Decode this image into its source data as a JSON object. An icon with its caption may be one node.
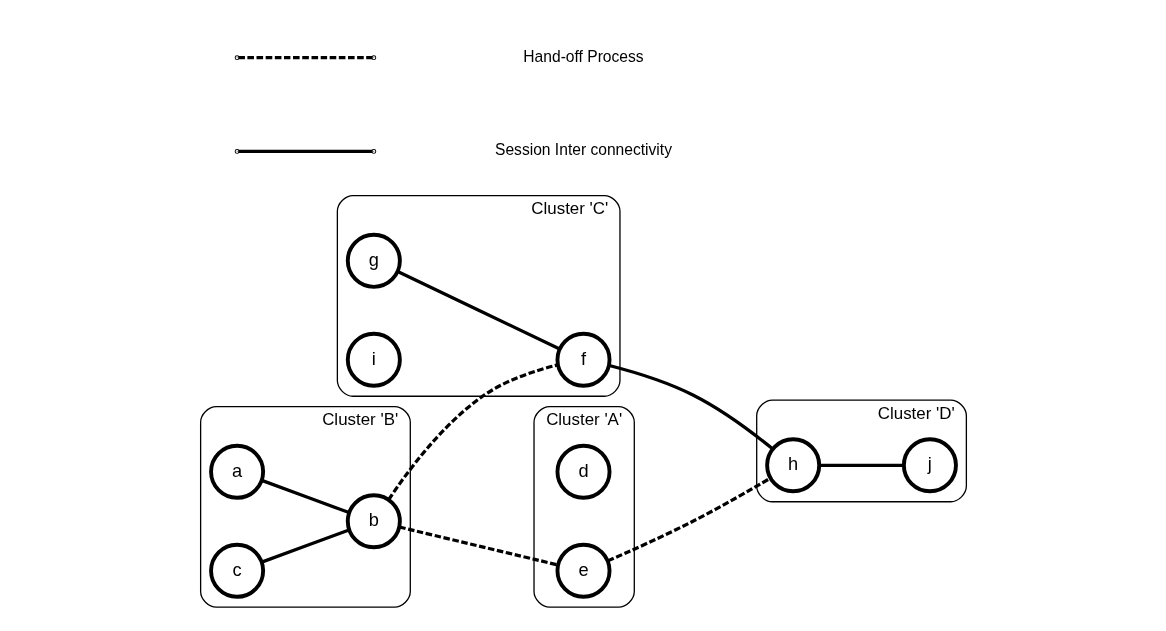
{
  "diagram": {
    "nodes": [
      {
        "text": [
          "Cluster 'B'"
        ]
      },
      {
        "text": [
          "a"
        ],
        "in": 0
      },
      {
        "text": [
          "c"
        ],
        "in": 0
      },
      {
        "text": [
          "b"
        ],
        "in": 0
      },
      {
        "text": [
          "Cluster 'C'"
        ]
      },
      {
        "text": [
          "g"
        ],
        "in": 4
      },
      {
        "text": [
          "f"
        ],
        "in": 4
      },
      {
        "text": [
          "i"
        ],
        "in": 4
      },
      {
        "text": [
          "Cluster 'A'"
        ]
      },
      {
        "text": [
          "d"
        ],
        "in": 8
      },
      {
        "text": [
          "e"
        ],
        "in": 8
      },
      {
        "text": [
          "Cluster 'D'"
        ]
      },
      {
        "text": [
          "h"
        ],
        "in": 11
      },
      {
        "text": [
          "j"
        ],
        "in": 11
      }
    ],
    "edges": [
      {
        "from": 1,
        "to": 3,
        "arrow": "none"
      },
      {
        "from": 2,
        "to": 3,
        "arrow": "none"
      },
      {
        "from": 3,
        "to": 6,
        "arrow": "none",
        "style": "dashed"
      },
      {
        "from": 3,
        "to": 10,
        "arrow": "none",
        "style": "dashed"
      },
      {
        "from": 5,
        "to": 6,
        "arrow": "none"
      },
      {
        "from": 6,
        "to": 12,
        "arrow": "none"
      },
      {
        "from": 10,
        "to": 12,
        "arrow": "none",
        "style": "dashed"
      },
      {
        "from": 12,
        "to": 13,
        "arrow": "none"
      }
    ],
    "legend": [
      {
        "text": "Hand-off Process"
      },
      {
        "text": "Session Inter connectivity"
      }
    ]
  }
}
